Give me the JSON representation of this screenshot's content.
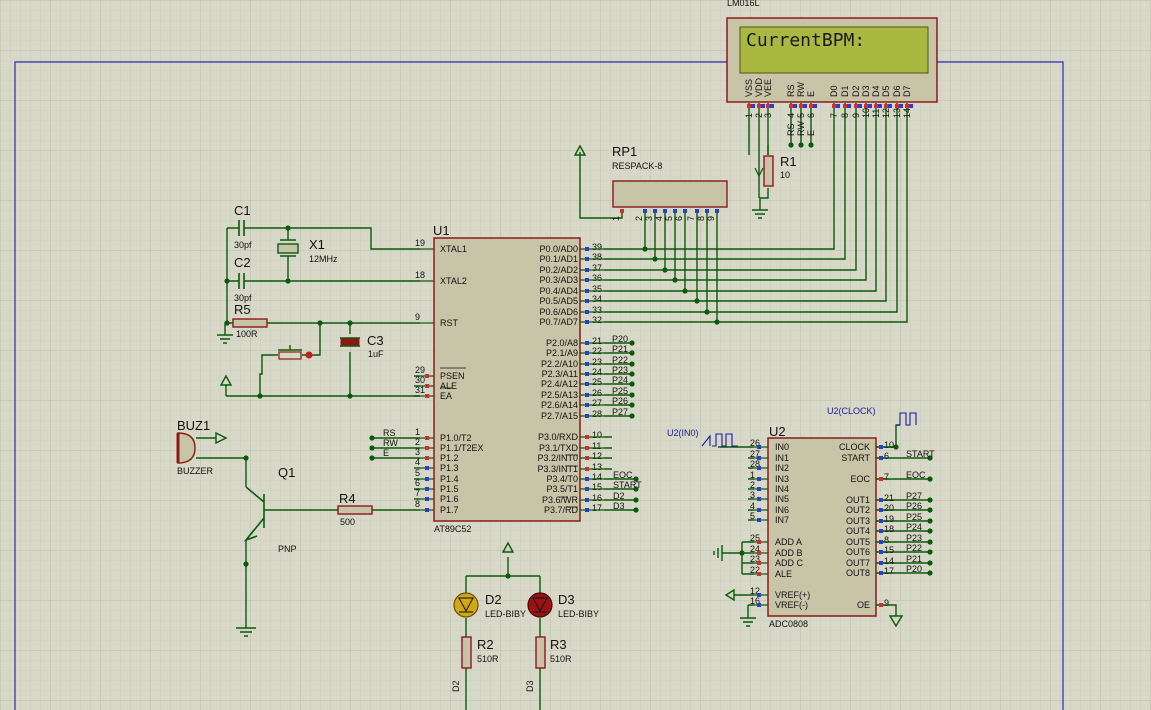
{
  "lcd": {
    "ref": "LM016L",
    "text": "CurrentBPM:",
    "pins": [
      "VSS",
      "VDD",
      "VEE",
      "RS",
      "RW",
      "E",
      "D0",
      "D1",
      "D2",
      "D3",
      "D4",
      "D5",
      "D6",
      "D7"
    ],
    "pin_numbers": [
      "1",
      "2",
      "3",
      "4",
      "5",
      "6",
      "7",
      "8",
      "9",
      "10",
      "11",
      "12",
      "13",
      "14"
    ],
    "net_labels": [
      "RS",
      "RW",
      "E"
    ]
  },
  "rp1": {
    "ref": "RP1",
    "type": "RESPACK-8",
    "pins": [
      "1",
      "2",
      "3",
      "4",
      "5",
      "6",
      "7",
      "8",
      "9"
    ]
  },
  "r1": {
    "ref": "R1",
    "value": "10"
  },
  "c1": {
    "ref": "C1",
    "value": "30pf"
  },
  "c2": {
    "ref": "C2",
    "value": "30pf"
  },
  "x1": {
    "ref": "X1",
    "value": "12MHz"
  },
  "r5": {
    "ref": "R5",
    "value": "100R"
  },
  "c3": {
    "ref": "C3",
    "value": "1uF"
  },
  "buz1": {
    "ref": "BUZ1",
    "type": "BUZZER"
  },
  "q1": {
    "ref": "Q1",
    "type": "PNP"
  },
  "r4": {
    "ref": "R4",
    "value": "500"
  },
  "d2": {
    "ref": "D2",
    "type": "LED-BIBY"
  },
  "d3": {
    "ref": "D3",
    "type": "LED-BIBY"
  },
  "r2": {
    "ref": "R2",
    "value": "510R"
  },
  "r3": {
    "ref": "R3",
    "value": "510R"
  },
  "u1": {
    "ref": "U1",
    "part": "AT89C52",
    "left_pins": [
      {
        "num": "19",
        "name": "XTAL1"
      },
      {
        "num": "18",
        "name": "XTAL2"
      },
      {
        "num": "9",
        "name": "RST"
      },
      {
        "num": "29",
        "name": "PSEN"
      },
      {
        "num": "30",
        "name": "ALE"
      },
      {
        "num": "31",
        "name": "EA"
      },
      {
        "num": "1",
        "name": "P1.0/T2"
      },
      {
        "num": "2",
        "name": "P1.1/T2EX"
      },
      {
        "num": "3",
        "name": "P1.2"
      },
      {
        "num": "4",
        "name": "P1.3"
      },
      {
        "num": "5",
        "name": "P1.4"
      },
      {
        "num": "6",
        "name": "P1.5"
      },
      {
        "num": "7",
        "name": "P1.6"
      },
      {
        "num": "8",
        "name": "P1.7"
      }
    ],
    "p0_pins": [
      {
        "num": "39",
        "name": "P0.0/AD0"
      },
      {
        "num": "38",
        "name": "P0.1/AD1"
      },
      {
        "num": "37",
        "name": "P0.2/AD2"
      },
      {
        "num": "36",
        "name": "P0.3/AD3"
      },
      {
        "num": "35",
        "name": "P0.4/AD4"
      },
      {
        "num": "34",
        "name": "P0.5/AD5"
      },
      {
        "num": "33",
        "name": "P0.6/AD6"
      },
      {
        "num": "32",
        "name": "P0.7/AD7"
      }
    ],
    "p2_pins": [
      {
        "num": "21",
        "name": "P2.0/A8",
        "net": "P20"
      },
      {
        "num": "22",
        "name": "P2.1/A9",
        "net": "P21"
      },
      {
        "num": "23",
        "name": "P2.2/A10",
        "net": "P22"
      },
      {
        "num": "24",
        "name": "P2.3/A11",
        "net": "P23"
      },
      {
        "num": "25",
        "name": "P2.4/A12",
        "net": "P24"
      },
      {
        "num": "26",
        "name": "P2.5/A13",
        "net": "P25"
      },
      {
        "num": "27",
        "name": "P2.6/A14",
        "net": "P26"
      },
      {
        "num": "28",
        "name": "P2.7/A15",
        "net": "P27"
      }
    ],
    "p3_pins": [
      {
        "num": "10",
        "name": "P3.0/RXD",
        "net": ""
      },
      {
        "num": "11",
        "name": "P3.1/TXD",
        "net": ""
      },
      {
        "num": "12",
        "name": "P3.2/INT0",
        "net": ""
      },
      {
        "num": "13",
        "name": "P3.3/INT1",
        "net": ""
      },
      {
        "num": "14",
        "name": "P3.4/T0",
        "net": "EOC"
      },
      {
        "num": "15",
        "name": "P3.5/T1",
        "net": "START"
      },
      {
        "num": "16",
        "name": "P3.6/WR",
        "net": "D2"
      },
      {
        "num": "17",
        "name": "P3.7/RD",
        "net": "D3"
      }
    ],
    "p1_nets": [
      "RS",
      "RW",
      "E"
    ]
  },
  "u2": {
    "ref": "U2",
    "part": "ADC0808",
    "in0_label": "U2(IN0)",
    "clock_label": "U2(CLOCK)",
    "left_pins": [
      {
        "num": "26",
        "name": "IN0"
      },
      {
        "num": "27",
        "name": "IN1"
      },
      {
        "num": "28",
        "name": "IN2"
      },
      {
        "num": "1",
        "name": "IN3"
      },
      {
        "num": "2",
        "name": "IN4"
      },
      {
        "num": "3",
        "name": "IN5"
      },
      {
        "num": "4",
        "name": "IN6"
      },
      {
        "num": "5",
        "name": "IN7"
      },
      {
        "num": "25",
        "name": "ADD A"
      },
      {
        "num": "24",
        "name": "ADD B"
      },
      {
        "num": "23",
        "name": "ADD C"
      },
      {
        "num": "22",
        "name": "ALE"
      },
      {
        "num": "12",
        "name": "VREF(+)"
      },
      {
        "num": "16",
        "name": "VREF(-)"
      }
    ],
    "right_pins": [
      {
        "num": "10",
        "name": "CLOCK",
        "net": ""
      },
      {
        "num": "6",
        "name": "START",
        "net": "START"
      },
      {
        "num": "7",
        "name": "EOC",
        "net": "EOC"
      },
      {
        "num": "21",
        "name": "OUT1",
        "net": "P27"
      },
      {
        "num": "20",
        "name": "OUT2",
        "net": "P26"
      },
      {
        "num": "19",
        "name": "OUT3",
        "net": "P25"
      },
      {
        "num": "18",
        "name": "OUT4",
        "net": "P24"
      },
      {
        "num": "8",
        "name": "OUT5",
        "net": "P23"
      },
      {
        "num": "15",
        "name": "OUT6",
        "net": "P22"
      },
      {
        "num": "14",
        "name": "OUT7",
        "net": "P21"
      },
      {
        "num": "17",
        "name": "OUT8",
        "net": "P20"
      },
      {
        "num": "9",
        "name": "OE",
        "net": ""
      }
    ]
  },
  "bottom_labels": [
    "D2",
    "D3"
  ],
  "colors": {
    "background": "#d8d8c8",
    "grid": "#c4c4b4",
    "border": "#2a2ab0",
    "chip_fill": "#c8c4a8",
    "chip_stroke": "#8a1a1a",
    "wire": "#0a5a0a",
    "lcd_screen": "#a8b840",
    "pin_red": "#d03030",
    "pin_blue": "#2840d0",
    "led_yellow": "#d4a810",
    "led_red": "#a01010"
  }
}
